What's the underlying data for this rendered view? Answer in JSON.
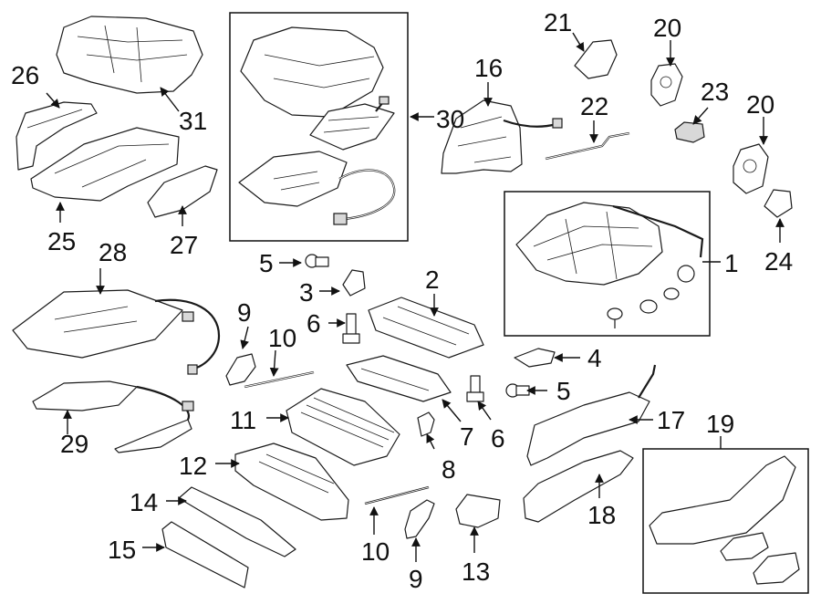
{
  "callouts": {
    "c1": "1",
    "c2": "2",
    "c3": "3",
    "c4": "4",
    "c5a": "5",
    "c5b": "5",
    "c6a": "6",
    "c6b": "6",
    "c7": "7",
    "c8": "8",
    "c9a": "9",
    "c9b": "9",
    "c10a": "10",
    "c10b": "10",
    "c11": "11",
    "c12": "12",
    "c13": "13",
    "c14": "14",
    "c15": "15",
    "c16": "16",
    "c17": "17",
    "c18": "18",
    "c19": "19",
    "c20a": "20",
    "c20b": "20",
    "c21": "21",
    "c22": "22",
    "c23": "23",
    "c24": "24",
    "c25": "25",
    "c26": "26",
    "c27": "27",
    "c28": "28",
    "c29": "29",
    "c30": "30",
    "c31": "31"
  }
}
